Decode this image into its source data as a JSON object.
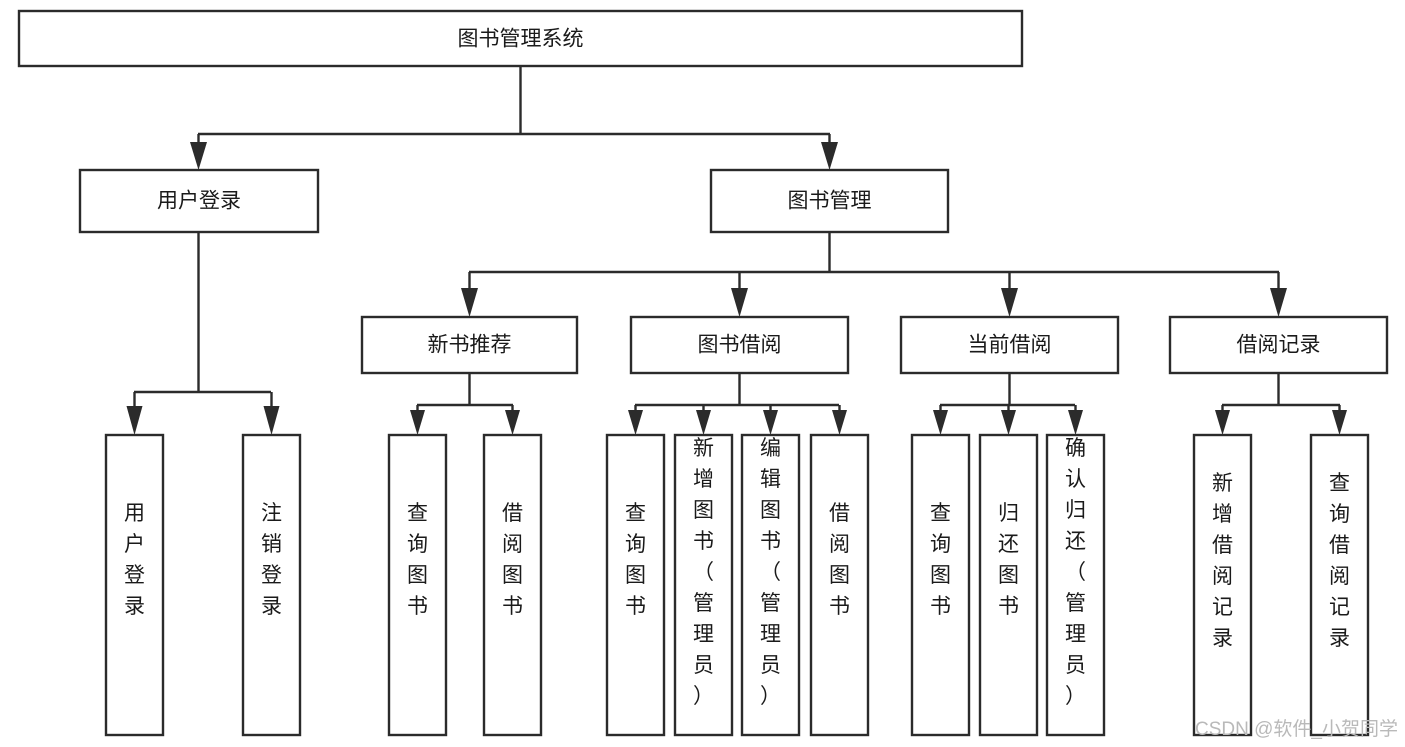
{
  "diagram": {
    "title": "图书管理系统",
    "type": "hierarchy-tree",
    "root": {
      "id": "root",
      "label": "图书管理系统"
    },
    "level2": [
      {
        "id": "user-login",
        "label": "用户登录"
      },
      {
        "id": "book-manage",
        "label": "图书管理"
      }
    ],
    "level3": [
      {
        "id": "new-book-recommend",
        "label": "新书推荐"
      },
      {
        "id": "book-borrow",
        "label": "图书借阅"
      },
      {
        "id": "current-borrow",
        "label": "当前借阅"
      },
      {
        "id": "borrow-record",
        "label": "借阅记录"
      }
    ],
    "leaves": {
      "user-login": [
        {
          "id": "leaf-user-login",
          "label": "用户登录"
        },
        {
          "id": "leaf-logout-login",
          "label": "注销登录"
        }
      ],
      "new-book-recommend": [
        {
          "id": "leaf-query-book-1",
          "label": "查询图书"
        },
        {
          "id": "leaf-borrow-book-1",
          "label": "借阅图书"
        }
      ],
      "book-borrow": [
        {
          "id": "leaf-query-book-2",
          "label": "查询图书"
        },
        {
          "id": "leaf-add-book",
          "label": "新增图书（管理员）"
        },
        {
          "id": "leaf-edit-book",
          "label": "编辑图书（管理员）"
        },
        {
          "id": "leaf-borrow-book-2",
          "label": "借阅图书"
        }
      ],
      "current-borrow": [
        {
          "id": "leaf-query-book-3",
          "label": "查询图书"
        },
        {
          "id": "leaf-return-book",
          "label": "归还图书"
        },
        {
          "id": "leaf-confirm-return",
          "label": "确认归还（管理员）"
        }
      ],
      "borrow-record": [
        {
          "id": "leaf-add-record",
          "label": "新增借阅记录"
        },
        {
          "id": "leaf-query-record",
          "label": "查询借阅记录"
        }
      ]
    }
  },
  "watermark": {
    "text": "CSDN @软件_小贺同学"
  },
  "colors": {
    "stroke": "#2b2b2b",
    "box_fill": "#ffffff",
    "text": "#1a1a1a",
    "watermark": "#b9b9b9",
    "background": "#ffffff"
  }
}
